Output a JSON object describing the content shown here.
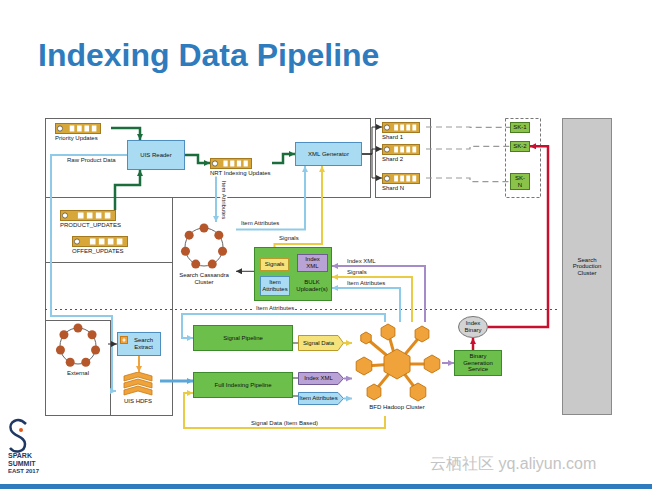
{
  "diagram": {
    "title": "Indexing Data Pipeline",
    "nodes": [
      {
        "text": [
          "Priority Updates"
        ]
      },
      {
        "text": [
          "UIS Reader"
        ]
      },
      {
        "text": [
          "NRT Indexing Updates"
        ]
      },
      {
        "text": [
          "XML Generator"
        ]
      },
      {
        "text": [
          "Shard 1"
        ]
      },
      {
        "text": [
          "Shard 2"
        ]
      },
      {
        "text": [
          "Shard N"
        ]
      },
      {
        "text": [
          "SK-1"
        ]
      },
      {
        "text": [
          "SK-2"
        ]
      },
      {
        "text": [
          "SK-N"
        ]
      },
      {
        "text": [
          "Search Production Cluster"
        ]
      },
      {
        "text": [
          "PRODUCT_UPDATES"
        ]
      },
      {
        "text": [
          "OFFER_UPDATES"
        ]
      },
      {
        "text": [
          "Search Cassandra Cluster"
        ]
      },
      {
        "text": [
          "BULK Uploader(s)"
        ]
      },
      {
        "text": [
          "Signals"
        ],
        "in": 14
      },
      {
        "text": [
          "Index XML"
        ],
        "in": 14
      },
      {
        "text": [
          "Item Attributes"
        ],
        "in": 14
      },
      {
        "text": [
          "External"
        ]
      },
      {
        "text": [
          "Search Extract"
        ]
      },
      {
        "text": [
          "UIS HDFS"
        ]
      },
      {
        "text": [
          "Signal Pipeline"
        ]
      },
      {
        "text": [
          "Signal Data"
        ]
      },
      {
        "text": [
          "Full Indexing Pipeline"
        ]
      },
      {
        "text": [
          "Index XML"
        ]
      },
      {
        "text": [
          "Item Attributes"
        ]
      },
      {
        "text": [
          "BFD Hadoop Cluster"
        ]
      },
      {
        "text": [
          "Index Binary"
        ]
      },
      {
        "text": [
          "Binary Generation Service"
        ]
      }
    ],
    "edges": [
      {
        "from": 0,
        "to": 1,
        "arrow": "to"
      },
      {
        "from": 11,
        "to": 1,
        "arrow": "to"
      },
      {
        "from": 1,
        "to": 2,
        "arrow": "to"
      },
      {
        "from": 2,
        "to": 3,
        "arrow": "to"
      },
      {
        "from": 1,
        "to": 20,
        "label": "Raw Product Data",
        "arrow": "to"
      },
      {
        "from": 3,
        "to": 4,
        "arrow": "to"
      },
      {
        "from": 3,
        "to": 5,
        "arrow": "to"
      },
      {
        "from": 3,
        "to": 6,
        "arrow": "to"
      },
      {
        "from": 4,
        "to": 7,
        "arrow": "none"
      },
      {
        "from": 5,
        "to": 8,
        "arrow": "none"
      },
      {
        "from": 6,
        "to": 9,
        "arrow": "none"
      },
      {
        "from": 2,
        "to": 13,
        "label": "Item Attributes",
        "arrow": "to"
      },
      {
        "from": 13,
        "to": 3,
        "label": "Item Attributes",
        "arrow": "to"
      },
      {
        "from": 15,
        "to": 3,
        "label": "Signals",
        "arrow": "to"
      },
      {
        "from": 14,
        "to": 13,
        "arrow": "to"
      },
      {
        "from": 26,
        "to": 14,
        "label": "Index XML",
        "arrow": "to"
      },
      {
        "from": 26,
        "to": 14,
        "label": "Signals",
        "arrow": "to"
      },
      {
        "from": 26,
        "to": 14,
        "label": "Item Attributes",
        "arrow": "to"
      },
      {
        "from": 18,
        "to": 19,
        "arrow": "to"
      },
      {
        "from": 19,
        "to": 20,
        "arrow": "to"
      },
      {
        "from": 20,
        "to": 23,
        "arrow": "to"
      },
      {
        "from": 26,
        "to": 21,
        "label": "Item Attributes",
        "arrow": "to"
      },
      {
        "from": 21,
        "to": 22,
        "arrow": "none"
      },
      {
        "from": 22,
        "to": 26,
        "arrow": "to"
      },
      {
        "from": 23,
        "to": 24,
        "arrow": "none"
      },
      {
        "from": 23,
        "to": 25,
        "arrow": "none"
      },
      {
        "from": 24,
        "to": 26,
        "arrow": "to"
      },
      {
        "from": 25,
        "to": 26,
        "arrow": "to"
      },
      {
        "from": 26,
        "to": 28,
        "arrow": "to"
      },
      {
        "from": 28,
        "to": 27,
        "arrow": "to"
      },
      {
        "from": 27,
        "to": 8,
        "arrow": "to"
      },
      {
        "from": 26,
        "to": 23,
        "label": "Signal Data (Item Based)",
        "arrow": "to"
      }
    ],
    "labels": [
      "SPARK",
      "SUMMIT",
      "EAST 2017",
      "云栖社区 yq.aliyun.com"
    ]
  }
}
